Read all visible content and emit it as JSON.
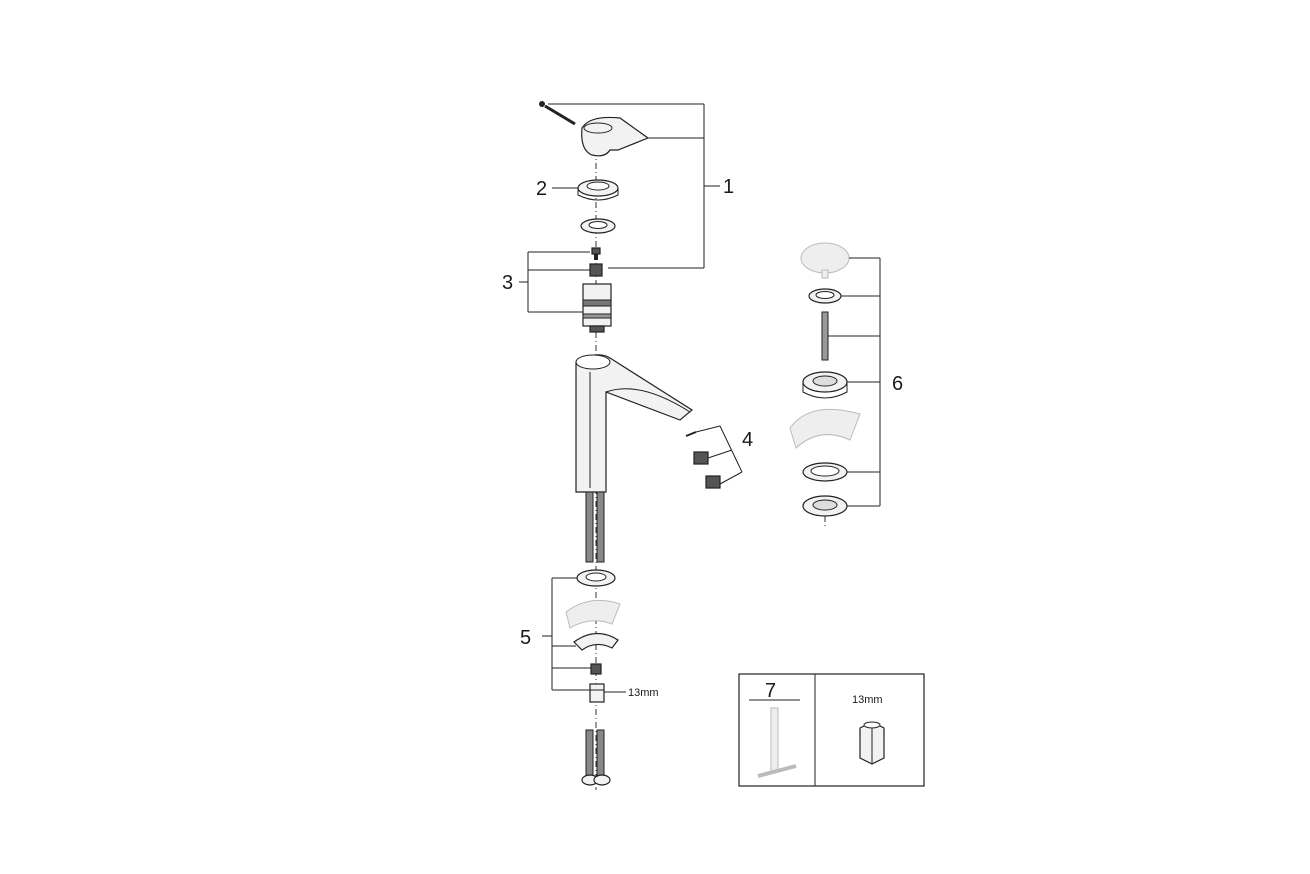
{
  "callouts": {
    "handle_assembly": "1",
    "cover_ring": "2",
    "cartridge_assembly": "3",
    "aerator_set": "4",
    "mounting_set": "5",
    "drain_set": "6",
    "tool": "7"
  },
  "labels": {
    "nut_size_main": "13mm",
    "nut_size_tool": "13mm"
  }
}
